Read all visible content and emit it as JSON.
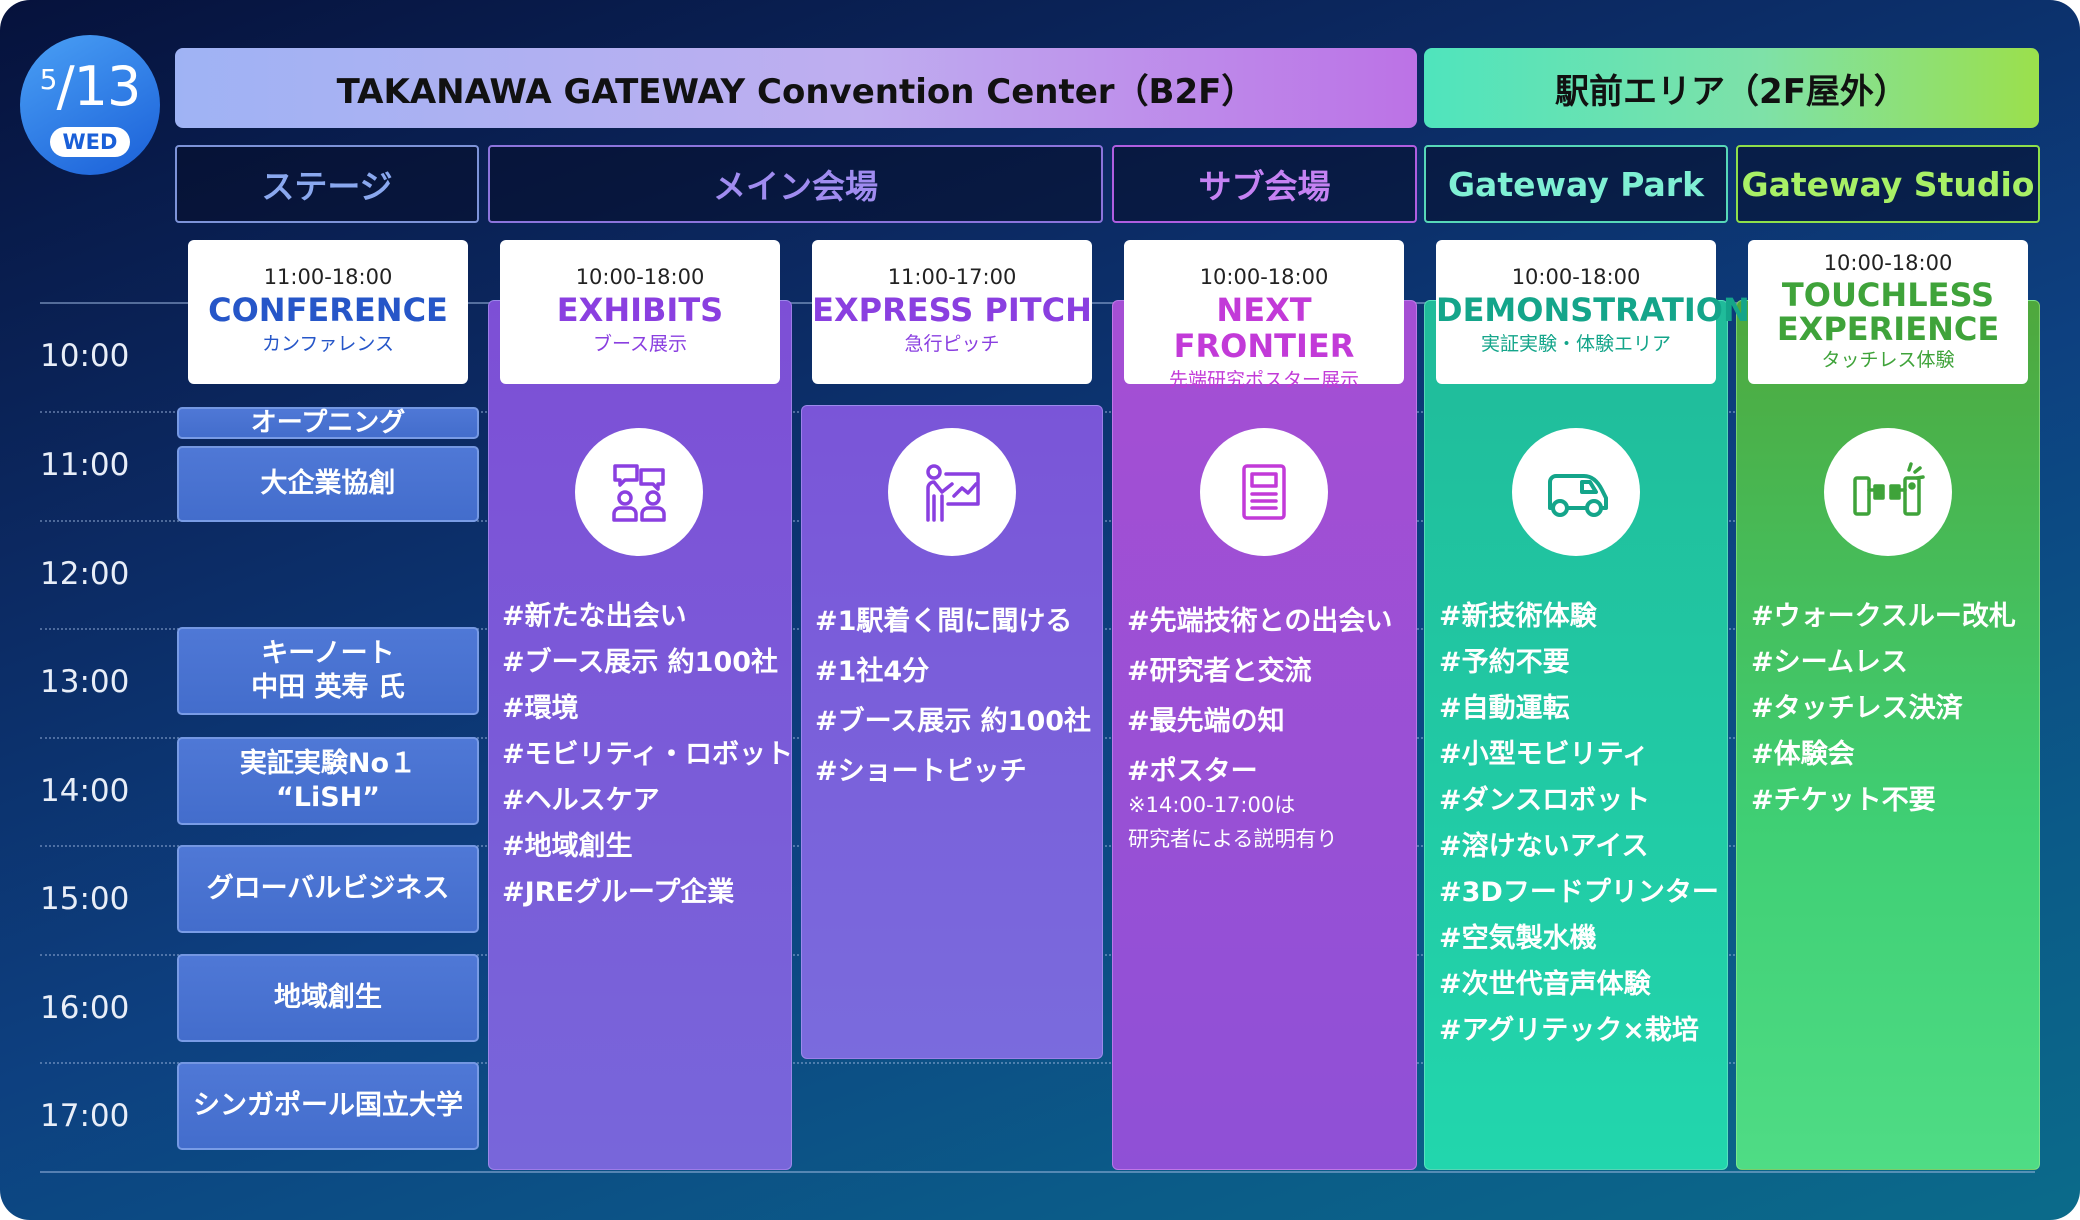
{
  "date": {
    "month": "5",
    "day": "13",
    "weekday": "WED"
  },
  "areas": [
    {
      "label": "TAKANAWA GATEWAY Convention Center（B2F）"
    },
    {
      "label": "駅前エリア（2F屋外）"
    }
  ],
  "zones": [
    "ステージ",
    "メイン会場",
    "サブ会場",
    "Gateway Park",
    "Gateway Studio"
  ],
  "times": [
    "10:00",
    "11:00",
    "12:00",
    "13:00",
    "14:00",
    "15:00",
    "16:00",
    "17:00"
  ],
  "venues": [
    {
      "time": "11:00-18:00",
      "title": "CONFERENCE",
      "sub": "カンファレンス",
      "color": "#2656c8"
    },
    {
      "time": "10:00-18:00",
      "title": "EXHIBITS",
      "sub": "ブース展示",
      "color": "#8a3fe0"
    },
    {
      "time": "11:00-17:00",
      "title": "EXPRESS PITCH",
      "sub": "急行ピッチ",
      "color": "#8a3fe0"
    },
    {
      "time": "10:00-18:00",
      "title": "NEXT FRONTIER",
      "sub": "先端研究ポスター展示",
      "color": "#c23ad8"
    },
    {
      "time": "10:00-18:00",
      "title": "DEMONSTRATION",
      "sub": "実証実験・体験エリア",
      "color": "#14a58a"
    },
    {
      "time": "10:00-18:00",
      "title": "TOUCHLESS EXPERIENCE",
      "title_lines": [
        "TOUCHLESS",
        "EXPERIENCE"
      ],
      "sub": "タッチレス体験",
      "color": "#3fa33a"
    }
  ],
  "icons": [
    "discussion-people-icon",
    "presenter-board-icon",
    "poster-document-icon",
    "autonomous-vehicle-icon",
    "ticket-gate-icon"
  ],
  "sessions": [
    {
      "lines": [
        "オープニング"
      ]
    },
    {
      "lines": [
        "大企業協創"
      ]
    },
    {
      "lines": [
        "キーノート",
        "中田 英寿 氏"
      ]
    },
    {
      "lines": [
        "実証実験No１",
        "“LiSH”"
      ]
    },
    {
      "lines": [
        "グローバルビジネス"
      ]
    },
    {
      "lines": [
        "地域創生"
      ]
    },
    {
      "lines": [
        "シンガポール国立大学"
      ]
    }
  ],
  "tags": {
    "exhibits": [
      "#新たな出会い",
      "#ブース展示 約100社",
      "#環境",
      "#モビリティ・ロボット",
      "#ヘルスケア",
      "#地域創生",
      "#JREグループ企業"
    ],
    "pitch": [
      "#1駅着く間に聞ける",
      "#1社4分",
      "#ブース展示 約100社",
      "#ショートピッチ"
    ],
    "frontier": [
      "#先端技術との出会い",
      "#研究者と交流",
      "#最先端の知",
      "#ポスター"
    ],
    "frontier_note": [
      "※14:00-17:00は",
      "研究者による説明有り"
    ],
    "demo": [
      "#新技術体験",
      "#予約不要",
      "#自動運転",
      "#小型モビリティ",
      "#ダンスロボット",
      "#溶けないアイス",
      "#3Dフードプリンター",
      "#空気製水機",
      "#次世代音声体験",
      "#アグリテック×栽培"
    ],
    "touchless": [
      "#ウォークスルー改札",
      "#シームレス",
      "#タッチレス決済",
      "#体験会",
      "#チケット不要"
    ]
  }
}
